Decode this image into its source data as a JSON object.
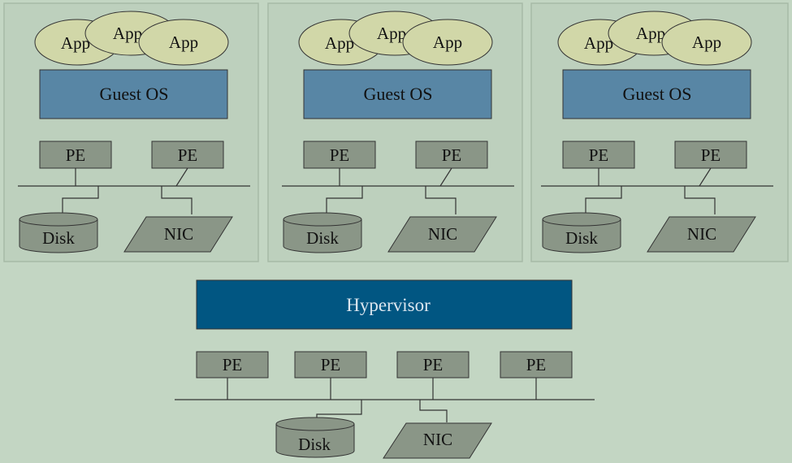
{
  "colors": {
    "background": "#c3d6c3",
    "vm_panel": "#bdd0bd",
    "vm_panel_border": "#a7baa7",
    "app": "#d1d7a8",
    "guest_os": "#5886a5",
    "hypervisor": "#015682",
    "hypervisor_text": "#dce6ef",
    "device": "#8a9687",
    "line": "#333333"
  },
  "vms": [
    {
      "apps": [
        "App",
        "App",
        "App"
      ],
      "guest_os": "Guest OS",
      "pes": [
        "PE",
        "PE"
      ],
      "disk": "Disk",
      "nic": "NIC"
    },
    {
      "apps": [
        "App",
        "App",
        "App"
      ],
      "guest_os": "Guest OS",
      "pes": [
        "PE",
        "PE"
      ],
      "disk": "Disk",
      "nic": "NIC"
    },
    {
      "apps": [
        "App",
        "App",
        "App"
      ],
      "guest_os": "Guest OS",
      "pes": [
        "PE",
        "PE"
      ],
      "disk": "Disk",
      "nic": "NIC"
    }
  ],
  "host": {
    "hypervisor": "Hypervisor",
    "pes": [
      "PE",
      "PE",
      "PE",
      "PE"
    ],
    "disk": "Disk",
    "nic": "NIC"
  }
}
